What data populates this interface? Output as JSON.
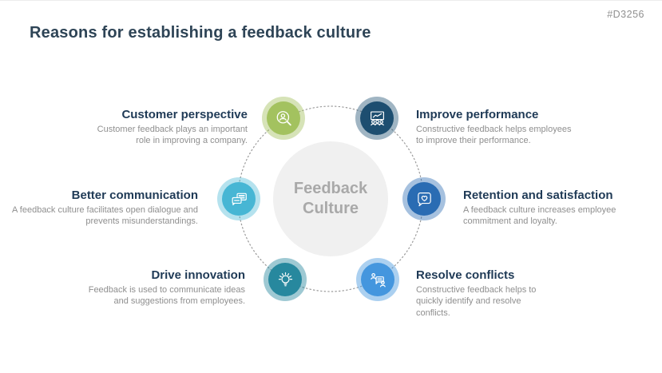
{
  "page": {
    "title": "Reasons for establishing a feedback culture",
    "code": "#D3256"
  },
  "center": {
    "label": "Feedback Culture",
    "circle_color": "#f0f0f0",
    "label_color": "#a9a9a9"
  },
  "ring": {
    "style": "dotted",
    "color": "#9a9a9a"
  },
  "items": [
    {
      "id": "customer-perspective",
      "title": "Customer perspective",
      "description": "Customer feedback plays an important role in improving a company.",
      "icon": "user-magnifier-icon",
      "color": "#a3c25f"
    },
    {
      "id": "improve-performance",
      "title": "Improve performance",
      "description": "Constructive feedback helps employees to improve their performance.",
      "icon": "presentation-audience-icon",
      "color": "#1d4e70"
    },
    {
      "id": "better-communication",
      "title": "Better communication",
      "description": "A feedback culture facilitates open dialogue and prevents misunderstandings.",
      "icon": "chat-bubbles-icon",
      "color": "#47b6d4"
    },
    {
      "id": "retention-and-satisfaction",
      "title": "Retention and satisfaction",
      "description": "A feedback culture increases employee commitment and loyalty.",
      "icon": "heart-speech-bubble-icon",
      "color": "#2a6cb3"
    },
    {
      "id": "drive-innovation",
      "title": "Drive innovation",
      "description": "Feedback is used to communicate ideas and suggestions from employees.",
      "icon": "lightbulb-icon",
      "color": "#27889e"
    },
    {
      "id": "resolve-conflicts",
      "title": "Resolve conflicts",
      "description": "Constructive feedback helps to quickly identify and resolve conflicts.",
      "icon": "people-discussion-icon",
      "color": "#4496de"
    }
  ],
  "text_colors": {
    "title": "#2e4456",
    "item_title": "#1f3a56",
    "item_description": "#8f8f8f"
  }
}
